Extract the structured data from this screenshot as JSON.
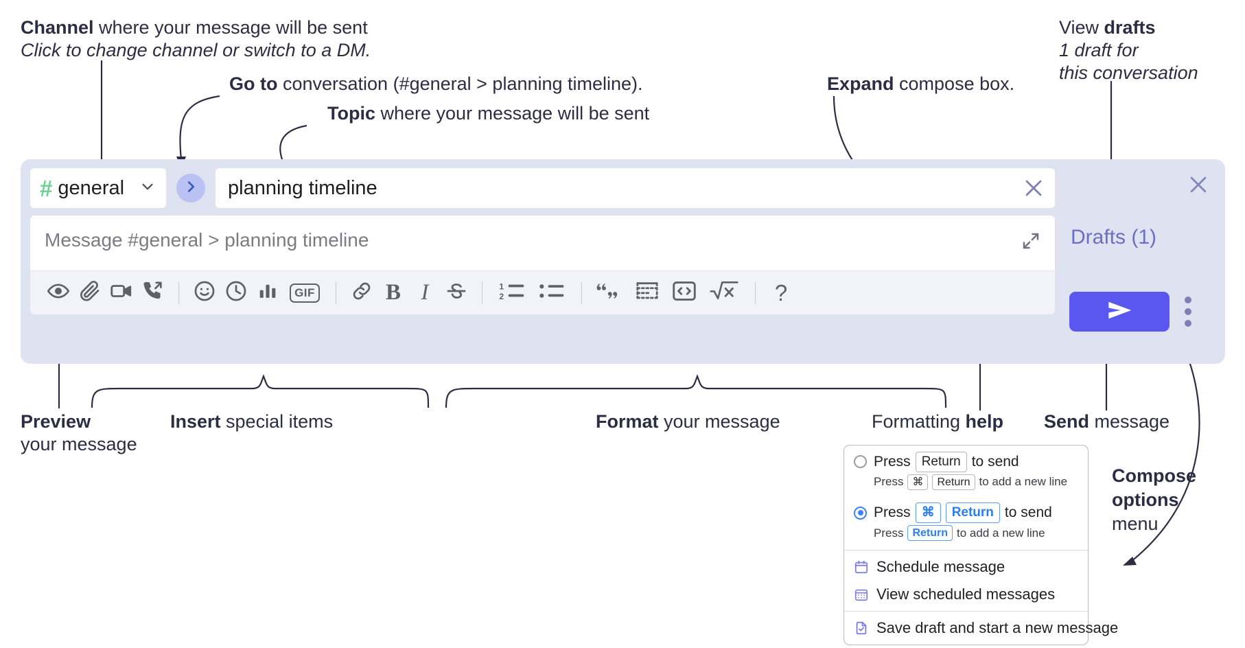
{
  "annotations": {
    "channel": {
      "bold": "Channel",
      "rest": " where your message will be sent",
      "italic": "Click to change channel or switch to a DM."
    },
    "goto": {
      "bold": "Go to",
      "rest": " conversation (#general > planning timeline)."
    },
    "topic": {
      "bold": "Topic",
      "rest": " where your message will be sent"
    },
    "expand": {
      "bold": "Expand",
      "rest": " compose box."
    },
    "drafts": {
      "pre": "View ",
      "bold": "drafts",
      "italic_line1": "1 draft for",
      "italic_line2": "this conversation"
    },
    "preview": {
      "bold": "Preview",
      "line2": "your message"
    },
    "insert": {
      "bold": "Insert",
      "rest": " special items"
    },
    "format": {
      "bold": "Format",
      "rest": " your message"
    },
    "formatting_help": {
      "pre": "Formatting ",
      "bold": "help"
    },
    "send": {
      "bold": "Send",
      "rest": " message"
    },
    "compose_options": {
      "bold_line1": "Compose",
      "bold_line2": "options",
      "line3": "menu"
    }
  },
  "compose": {
    "channel": {
      "hash": "#",
      "name": "general"
    },
    "goto_button_icon": "chevron-right-icon",
    "topic": {
      "value": "planning timeline",
      "clear_icon": "close-icon"
    },
    "message": {
      "placeholder": "Message #general > planning timeline",
      "expand_icon": "expand-icon"
    },
    "toolbar": [
      {
        "name": "preview-button",
        "icon": "eye-icon",
        "label": "Preview"
      },
      {
        "name": "attach-button",
        "icon": "paperclip-icon",
        "label": "Attach file"
      },
      {
        "name": "video-button",
        "icon": "video-camera-icon",
        "label": "Record video"
      },
      {
        "name": "call-button",
        "icon": "phone-arrow-icon",
        "label": "Call"
      },
      {
        "name": "separator-1",
        "icon": "divider",
        "label": ""
      },
      {
        "name": "emoji-button",
        "icon": "smiley-icon",
        "label": "Emoji"
      },
      {
        "name": "reminder-button",
        "icon": "clock-icon",
        "label": "Reminder"
      },
      {
        "name": "poll-button",
        "icon": "bar-chart-icon",
        "label": "Poll"
      },
      {
        "name": "gif-button",
        "icon": "gif-icon",
        "label": "GIF"
      },
      {
        "name": "separator-2",
        "icon": "divider",
        "label": ""
      },
      {
        "name": "link-button",
        "icon": "link-icon",
        "label": "Link"
      },
      {
        "name": "bold-button",
        "icon": "bold-icon",
        "label": "B"
      },
      {
        "name": "italic-button",
        "icon": "italic-icon",
        "label": "I"
      },
      {
        "name": "strikethrough-button",
        "icon": "strikethrough-icon",
        "label": "S"
      },
      {
        "name": "separator-3",
        "icon": "divider",
        "label": ""
      },
      {
        "name": "ordered-list-button",
        "icon": "ordered-list-icon",
        "label": "1 2"
      },
      {
        "name": "bullet-list-button",
        "icon": "bullet-list-icon",
        "label": ""
      },
      {
        "name": "separator-4",
        "icon": "divider",
        "label": ""
      },
      {
        "name": "quote-button",
        "icon": "quote-icon",
        "label": ""
      },
      {
        "name": "code-block-button",
        "icon": "code-block-icon",
        "label": ""
      },
      {
        "name": "inline-code-button",
        "icon": "code-brackets-icon",
        "label": "<>"
      },
      {
        "name": "math-button",
        "icon": "square-root-x-icon",
        "label": "√x"
      },
      {
        "name": "separator-5",
        "icon": "divider",
        "label": ""
      },
      {
        "name": "help-button",
        "icon": "question-mark-icon",
        "label": "?"
      }
    ],
    "gif_label": "GIF",
    "bold_label": "B",
    "italic_label": "I",
    "help_label": "?",
    "rail": {
      "close_icon": "close-icon",
      "drafts_label": "Drafts (1)",
      "send_icon": "send-paper-plane-icon",
      "kebab_icon": "more-options-icon"
    }
  },
  "menu": {
    "options": [
      {
        "selected": false,
        "parts": [
          "Press",
          "Return",
          "to send"
        ],
        "sub_parts": [
          "Press",
          "⌘",
          "Return",
          "to add a new line"
        ],
        "sub_key_count": 2
      },
      {
        "selected": true,
        "parts": [
          "Press",
          "⌘",
          "Return",
          "to send"
        ],
        "sub_parts": [
          "Press",
          "Return",
          "to add a new line"
        ],
        "sub_key_count": 1
      }
    ],
    "row1": {
      "press": "Press",
      "key1": "Return",
      "tail": "to send",
      "sub_press": "Press",
      "sub_key1": "⌘",
      "sub_key2": "Return",
      "sub_tail": "to add a new line"
    },
    "row2": {
      "press": "Press",
      "key1": "⌘",
      "key2": "Return",
      "tail": "to send",
      "sub_press": "Press",
      "sub_key1": "Return",
      "sub_tail": "to add a new line"
    },
    "items": [
      {
        "icon": "calendar-icon",
        "label": "Schedule message"
      },
      {
        "icon": "calendar-grid-icon",
        "label": "View scheduled messages"
      },
      {
        "icon": "save-draft-icon",
        "label": "Save draft and start a new message"
      }
    ]
  },
  "colors": {
    "compose_bg": "#dfe2f0",
    "send_button": "#5a56f0",
    "hash_green": "#68d391",
    "drafts_text": "#6b6fc0",
    "accent_blue": "#3b82f6"
  }
}
